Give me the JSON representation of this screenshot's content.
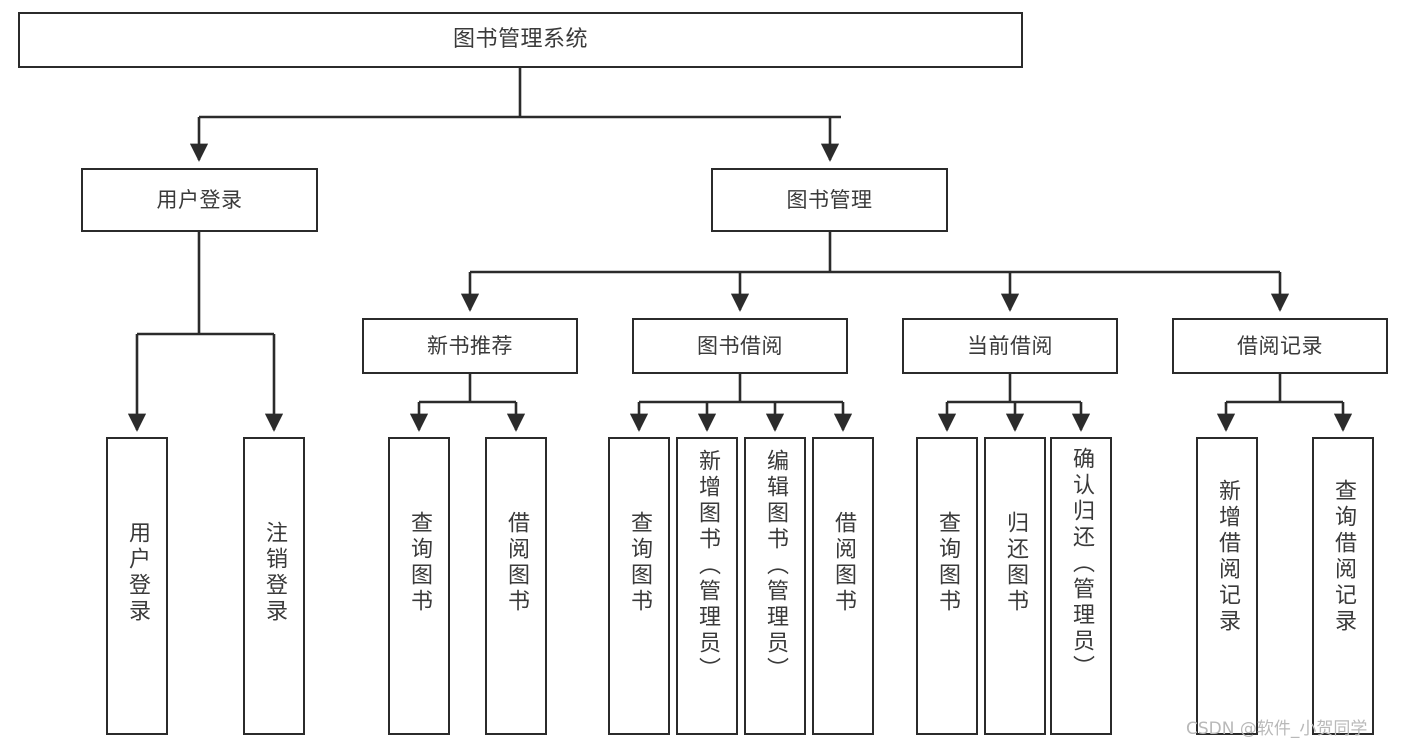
{
  "diagram": {
    "title": "图书管理系统",
    "type": "tree-hierarchy",
    "colors": {
      "box_border": "#2b2b2b",
      "box_fill": "#ffffff",
      "text": "#3a3a3a",
      "connector": "#2b2b2b",
      "watermark": "#b9b9b9",
      "background": "#ffffff"
    }
  },
  "watermark": {
    "text": "CSDN @软件_小贺同学"
  },
  "root": {
    "label": "图书管理系统"
  },
  "level2": [
    {
      "label": "用户登录"
    },
    {
      "label": "图书管理"
    }
  ],
  "level3": [
    {
      "label": "新书推荐"
    },
    {
      "label": "图书借阅"
    },
    {
      "label": "当前借阅"
    },
    {
      "label": "借阅记录"
    }
  ],
  "leaves": {
    "user_login": [
      {
        "label": "用户登录"
      },
      {
        "label": "注销登录"
      }
    ],
    "new_book_recommend": [
      {
        "label": "查询图书"
      },
      {
        "label": "借阅图书"
      }
    ],
    "book_borrow": [
      {
        "label": "查询图书"
      },
      {
        "label": "新增图书（管理员）"
      },
      {
        "label": "编辑图书（管理员）"
      },
      {
        "label": "借阅图书"
      }
    ],
    "current_borrow": [
      {
        "label": "查询图书"
      },
      {
        "label": "归还图书"
      },
      {
        "label": "确认归还（管理员）"
      }
    ],
    "borrow_records": [
      {
        "label": "新增借阅记录"
      },
      {
        "label": "查询借阅记录"
      }
    ]
  }
}
